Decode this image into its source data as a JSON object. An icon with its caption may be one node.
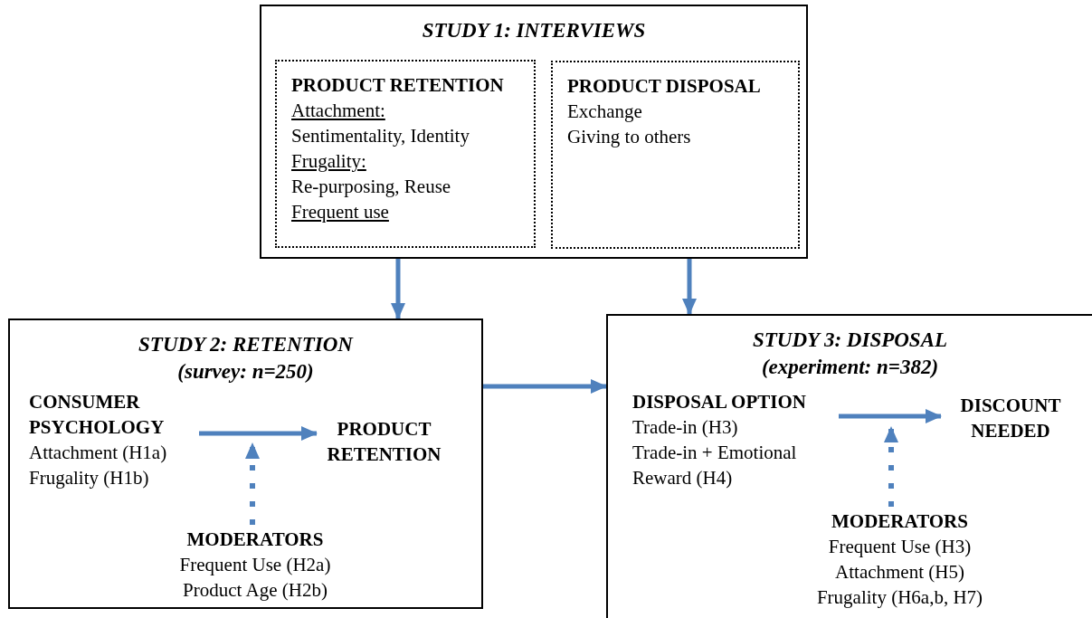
{
  "diagram": {
    "nodes": [
      {
        "text": [
          "STUDY 1: INTERVIEWS"
        ]
      },
      {
        "text": [
          "PRODUCT RETENTION",
          "Attachment:",
          "Sentimentality, Identity",
          "Frugality:",
          "Re-purposing, Reuse",
          "Frequent use"
        ],
        "in": 0
      },
      {
        "text": [
          "PRODUCT DISPOSAL",
          "Exchange",
          "Giving to others"
        ],
        "in": 0
      },
      {
        "text": [
          "STUDY 2: RETENTION",
          "(survey: n=250)"
        ]
      },
      {
        "text": [
          "CONSUMER PSYCHOLOGY",
          "Attachment (H1a)",
          "Frugality (H1b)"
        ],
        "in": 3
      },
      {
        "text": [
          "PRODUCT RETENTION"
        ],
        "in": 3
      },
      {
        "text": [
          "MODERATORS",
          "Frequent Use (H2a)",
          "Product Age (H2b)"
        ],
        "in": 3
      },
      {
        "text": [
          "STUDY 3: DISPOSAL",
          "(experiment: n=382)"
        ]
      },
      {
        "text": [
          "DISPOSAL OPTION",
          "Trade-in (H3)",
          "Trade-in + Emotional Reward (H4)"
        ],
        "in": 7
      },
      {
        "text": [
          "DISCOUNT NEEDED"
        ],
        "in": 7
      },
      {
        "text": [
          "MODERATORS",
          "Frequent Use (H3)",
          "Attachment (H5)",
          "Frugality (H6a,b, H7)"
        ],
        "in": 7
      }
    ],
    "edges": [
      {
        "from": 0,
        "to": 3,
        "arrow": "to"
      },
      {
        "from": 0,
        "to": 7,
        "arrow": "to"
      },
      {
        "from": 3,
        "to": 7,
        "arrow": "to"
      },
      {
        "from": 4,
        "to": 5,
        "arrow": "to"
      },
      {
        "from": 6,
        "to": null,
        "arrow": "to",
        "style": "dashed"
      },
      {
        "from": 8,
        "to": 9,
        "arrow": "to"
      },
      {
        "from": 10,
        "to": null,
        "arrow": "to",
        "style": "dashed"
      }
    ]
  }
}
